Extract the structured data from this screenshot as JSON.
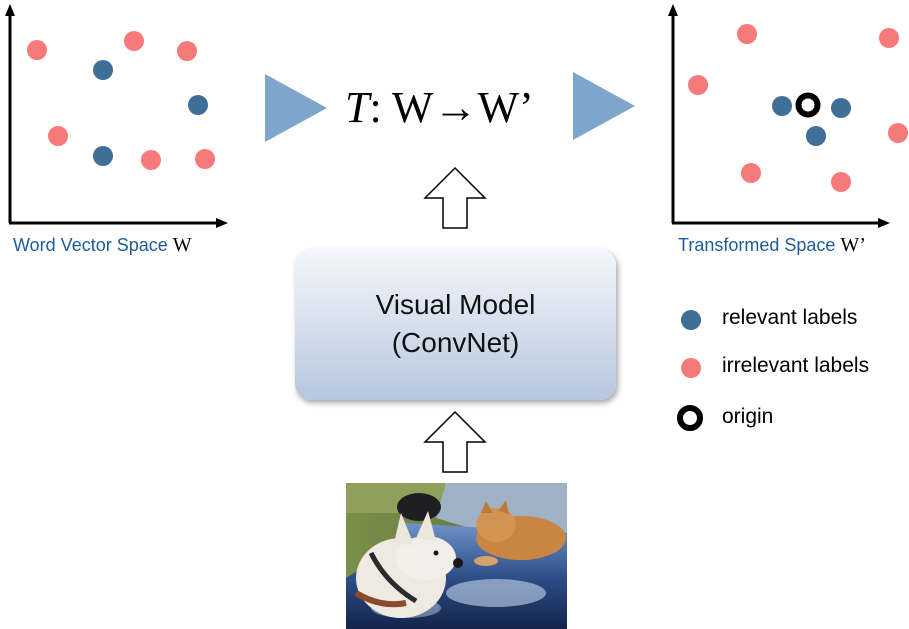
{
  "left_panel": {
    "caption_text": "Word Vector Space",
    "caption_symbol": "W"
  },
  "right_panel": {
    "caption_text": "Transformed Space",
    "caption_symbol": "W’"
  },
  "transform": {
    "symbol": "T",
    "mapping": ": W→W’"
  },
  "model": {
    "line1": "Visual Model",
    "line2": "(ConvNet)"
  },
  "legend": [
    {
      "label": "relevant labels",
      "marker": "filled-circle",
      "color": "#3f6f96"
    },
    {
      "label": "irrelevant labels",
      "marker": "filled-circle",
      "color": "#f77a7a"
    },
    {
      "label": "origin",
      "marker": "ring",
      "color": "#000000"
    }
  ],
  "colors": {
    "relevant": "#3f6f96",
    "irrelevant": "#f77a7a",
    "arrow": "#7ea6cc"
  },
  "image": {
    "content": "dog-and-cat-on-car-hood-photo"
  }
}
